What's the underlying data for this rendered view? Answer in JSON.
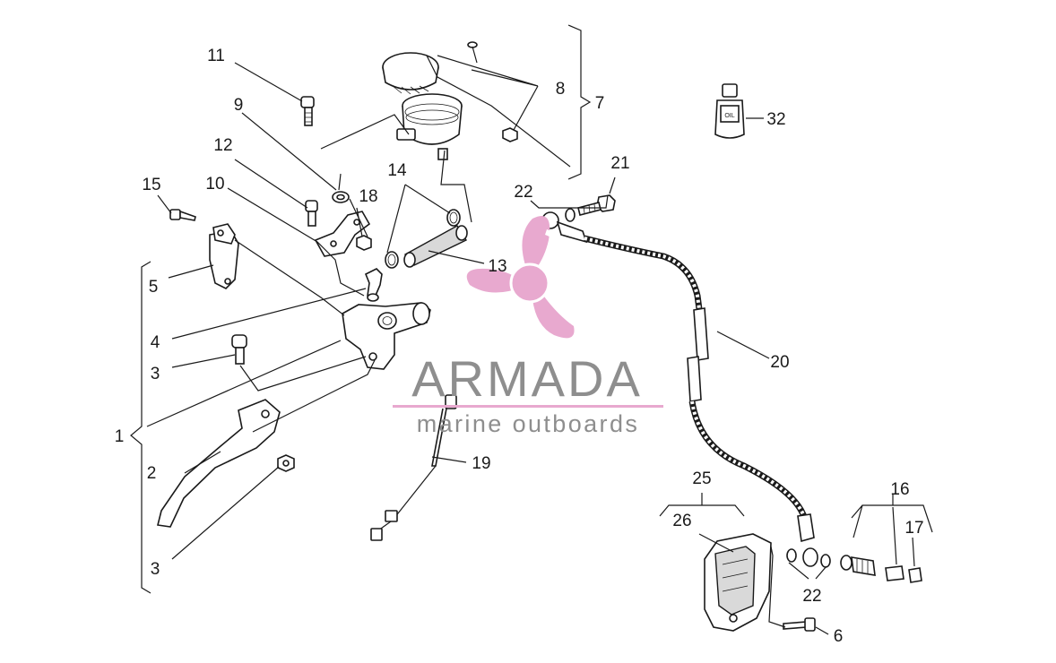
{
  "brand": {
    "name": "ARMADA",
    "tagline": "marine outboards",
    "accent_color": "#e8a9cf",
    "text_color": "#8e8e8e",
    "logo_icon": "propeller-icon"
  },
  "bottle_label": "OIL",
  "callouts": [
    {
      "id": "c11",
      "label": "11"
    },
    {
      "id": "c8",
      "label": "8"
    },
    {
      "id": "c7",
      "label": "7"
    },
    {
      "id": "c9",
      "label": "9"
    },
    {
      "id": "c12",
      "label": "12"
    },
    {
      "id": "c15",
      "label": "15"
    },
    {
      "id": "c10",
      "label": "10"
    },
    {
      "id": "c18",
      "label": "18"
    },
    {
      "id": "c14",
      "label": "14"
    },
    {
      "id": "c22a",
      "label": "22"
    },
    {
      "id": "c21",
      "label": "21"
    },
    {
      "id": "c32",
      "label": "32"
    },
    {
      "id": "c13",
      "label": "13"
    },
    {
      "id": "c5",
      "label": "5"
    },
    {
      "id": "c4",
      "label": "4"
    },
    {
      "id": "c3a",
      "label": "3"
    },
    {
      "id": "c20",
      "label": "20"
    },
    {
      "id": "c1",
      "label": "1"
    },
    {
      "id": "c2",
      "label": "2"
    },
    {
      "id": "c19",
      "label": "19"
    },
    {
      "id": "c25",
      "label": "25"
    },
    {
      "id": "c16",
      "label": "16"
    },
    {
      "id": "c26",
      "label": "26"
    },
    {
      "id": "c17",
      "label": "17"
    },
    {
      "id": "c3b",
      "label": "3"
    },
    {
      "id": "c22b",
      "label": "22"
    },
    {
      "id": "c6",
      "label": "6"
    }
  ]
}
